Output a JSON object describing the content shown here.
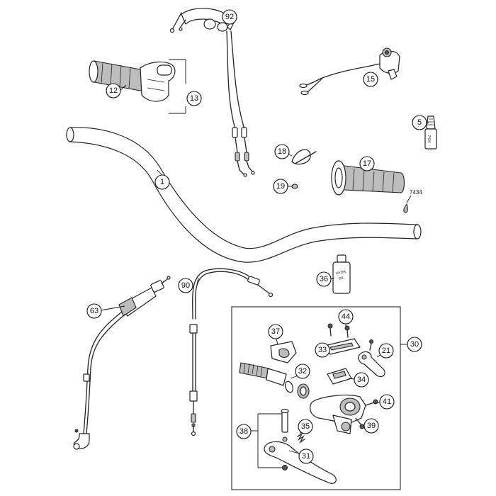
{
  "callouts": {
    "c1": "1",
    "c5": "5",
    "c12": "12",
    "c13": "13",
    "c15": "15",
    "c17": "17",
    "c18": "18",
    "c19": "19",
    "c21": "21",
    "c30": "30",
    "c31": "31",
    "c32": "32",
    "c33": "33",
    "c34": "34",
    "c35": "35",
    "c36": "36",
    "c37": "37",
    "c38": "38",
    "c39": "39",
    "c41": "41",
    "c44": "44",
    "c63": "63",
    "c90": "90",
    "c92": "92"
  },
  "labels": {
    "loctite_code": "7434",
    "tube_label": "7434",
    "oil_label_line1": "HYDR.",
    "oil_label_line2": "OIL"
  }
}
